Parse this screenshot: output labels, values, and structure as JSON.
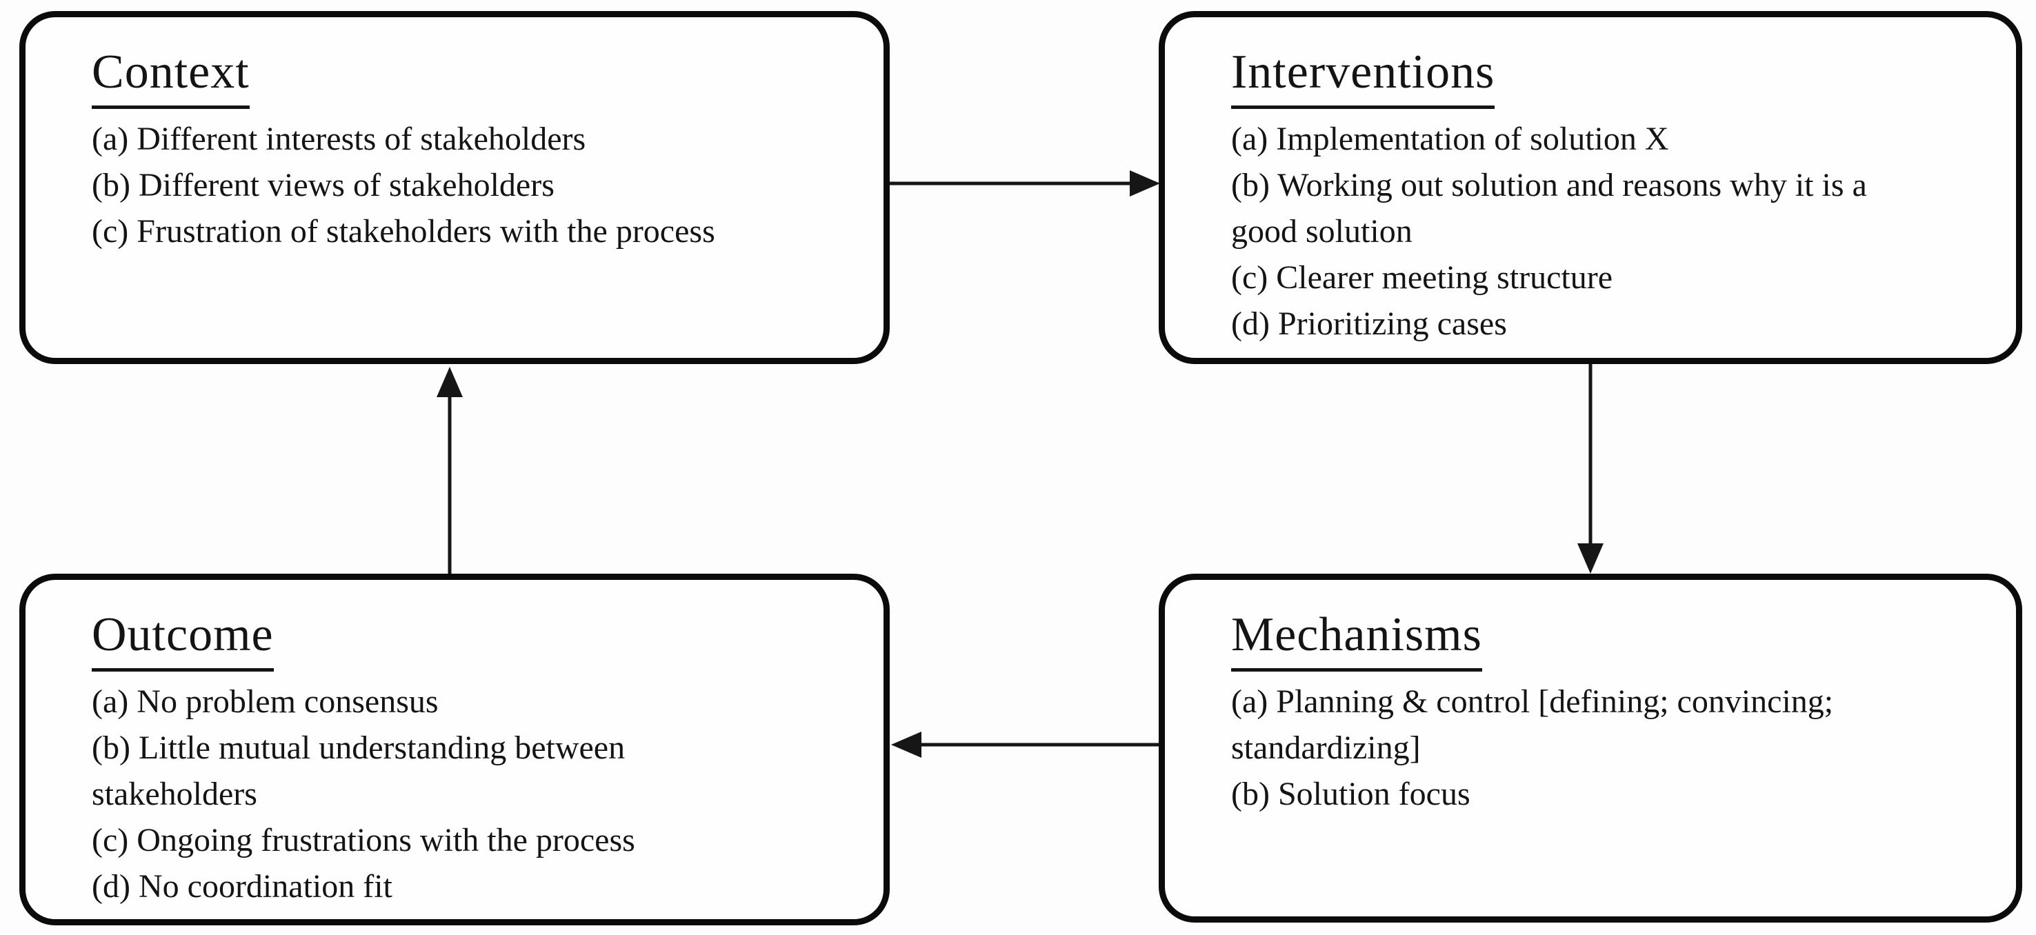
{
  "figure": {
    "type": "cycle-diagram",
    "background_color": "#fdfdfd",
    "border_color": "#0b0b0b",
    "text_color": "#141414",
    "boxes": {
      "context": {
        "title": "Context",
        "items": [
          "(a) Different interests of stakeholders",
          "(b) Different views of stakeholders",
          "(c) Frustration of stakeholders with the process"
        ]
      },
      "interventions": {
        "title": "Interventions",
        "items": [
          "(a) Implementation of solution X",
          "(b) Working out solution and reasons why it is a good solution",
          "(c) Clearer meeting structure",
          "(d) Prioritizing cases"
        ]
      },
      "mechanisms": {
        "title": "Mechanisms",
        "items": [
          "(a) Planning & control [defining; convincing; standardizing]",
          "(b) Solution focus"
        ]
      },
      "outcome": {
        "title": "Outcome",
        "items": [
          "(a) No problem consensus",
          "(b) Little mutual understanding between stakeholders",
          "(c) Ongoing frustrations with the process",
          "(d) No coordination fit"
        ]
      }
    },
    "flow": [
      {
        "from": "Context",
        "to": "Interventions"
      },
      {
        "from": "Interventions",
        "to": "Mechanisms"
      },
      {
        "from": "Mechanisms",
        "to": "Outcome"
      },
      {
        "from": "Outcome",
        "to": "Context"
      }
    ]
  }
}
